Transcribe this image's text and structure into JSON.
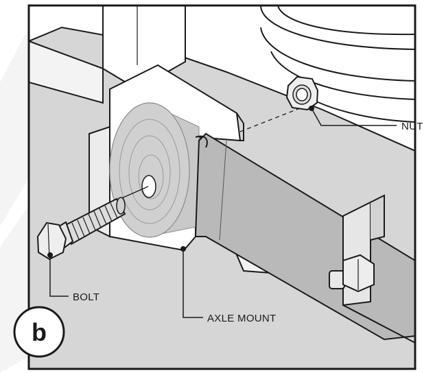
{
  "figure": {
    "panel_letter": "b"
  },
  "callouts": {
    "nut": "NUT",
    "bolt": "BOLT",
    "axle_mount": "AXLE MOUNT"
  },
  "colors": {
    "background": "#ffffff",
    "panel_fill": "#d9d9d9",
    "line": "#1a1a1a",
    "part_light": "#eeeeee",
    "bushing": "#cfcfcf",
    "strap": "#b9b9b9"
  }
}
